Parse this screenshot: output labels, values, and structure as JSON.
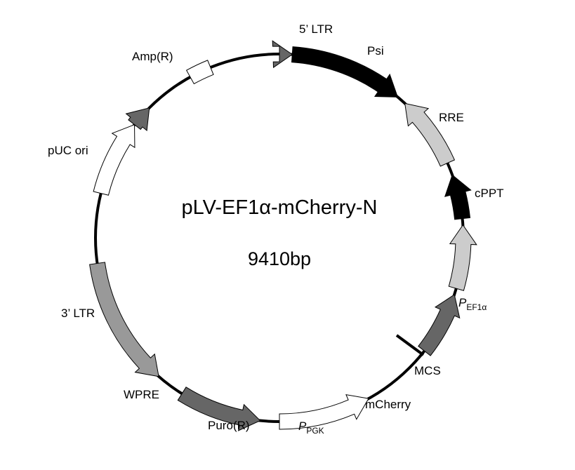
{
  "plasmid": {
    "name": "pLV-EF1α-mCherry-N",
    "size": "9410bp"
  },
  "colors": {
    "white": "#ffffff",
    "light_gray": "#cccccc",
    "mid_gray": "#999999",
    "dark_gray": "#666666",
    "black": "#000000"
  },
  "features": [
    {
      "id": "5ltr",
      "label": "5’ LTR",
      "fill": "#ffffff",
      "type": "arrow"
    },
    {
      "id": "psi",
      "label": "Psi",
      "fill": "#666666",
      "type": "arrow"
    },
    {
      "id": "rre",
      "label": "RRE",
      "fill": "#ffffff",
      "type": "box"
    },
    {
      "id": "cppt",
      "label": "cPPT",
      "fill": "#666666",
      "type": "arrow"
    },
    {
      "id": "pef1a",
      "label": "P",
      "label_sub": "EF1α",
      "fill": "#000000",
      "type": "arrow"
    },
    {
      "id": "mcs",
      "label": "MCS",
      "type": "site"
    },
    {
      "id": "mcherry",
      "label": "mCherry",
      "fill": "#cccccc",
      "type": "arrow"
    },
    {
      "id": "ppgk",
      "label": "P",
      "label_sub": "PGK",
      "fill": "#000000",
      "type": "arrow"
    },
    {
      "id": "puro",
      "label": "Puro(R)",
      "fill": "#cccccc",
      "type": "arrow"
    },
    {
      "id": "wpre",
      "label": "WPRE",
      "fill": "#666666",
      "type": "arrow"
    },
    {
      "id": "3ltr",
      "label": "3’ LTR",
      "fill": "#ffffff",
      "type": "arrow"
    },
    {
      "id": "puc",
      "label": "pUC ori",
      "fill": "#666666",
      "type": "arrow"
    },
    {
      "id": "amp",
      "label": "Amp(R)",
      "fill": "#999999",
      "type": "arrow"
    }
  ]
}
